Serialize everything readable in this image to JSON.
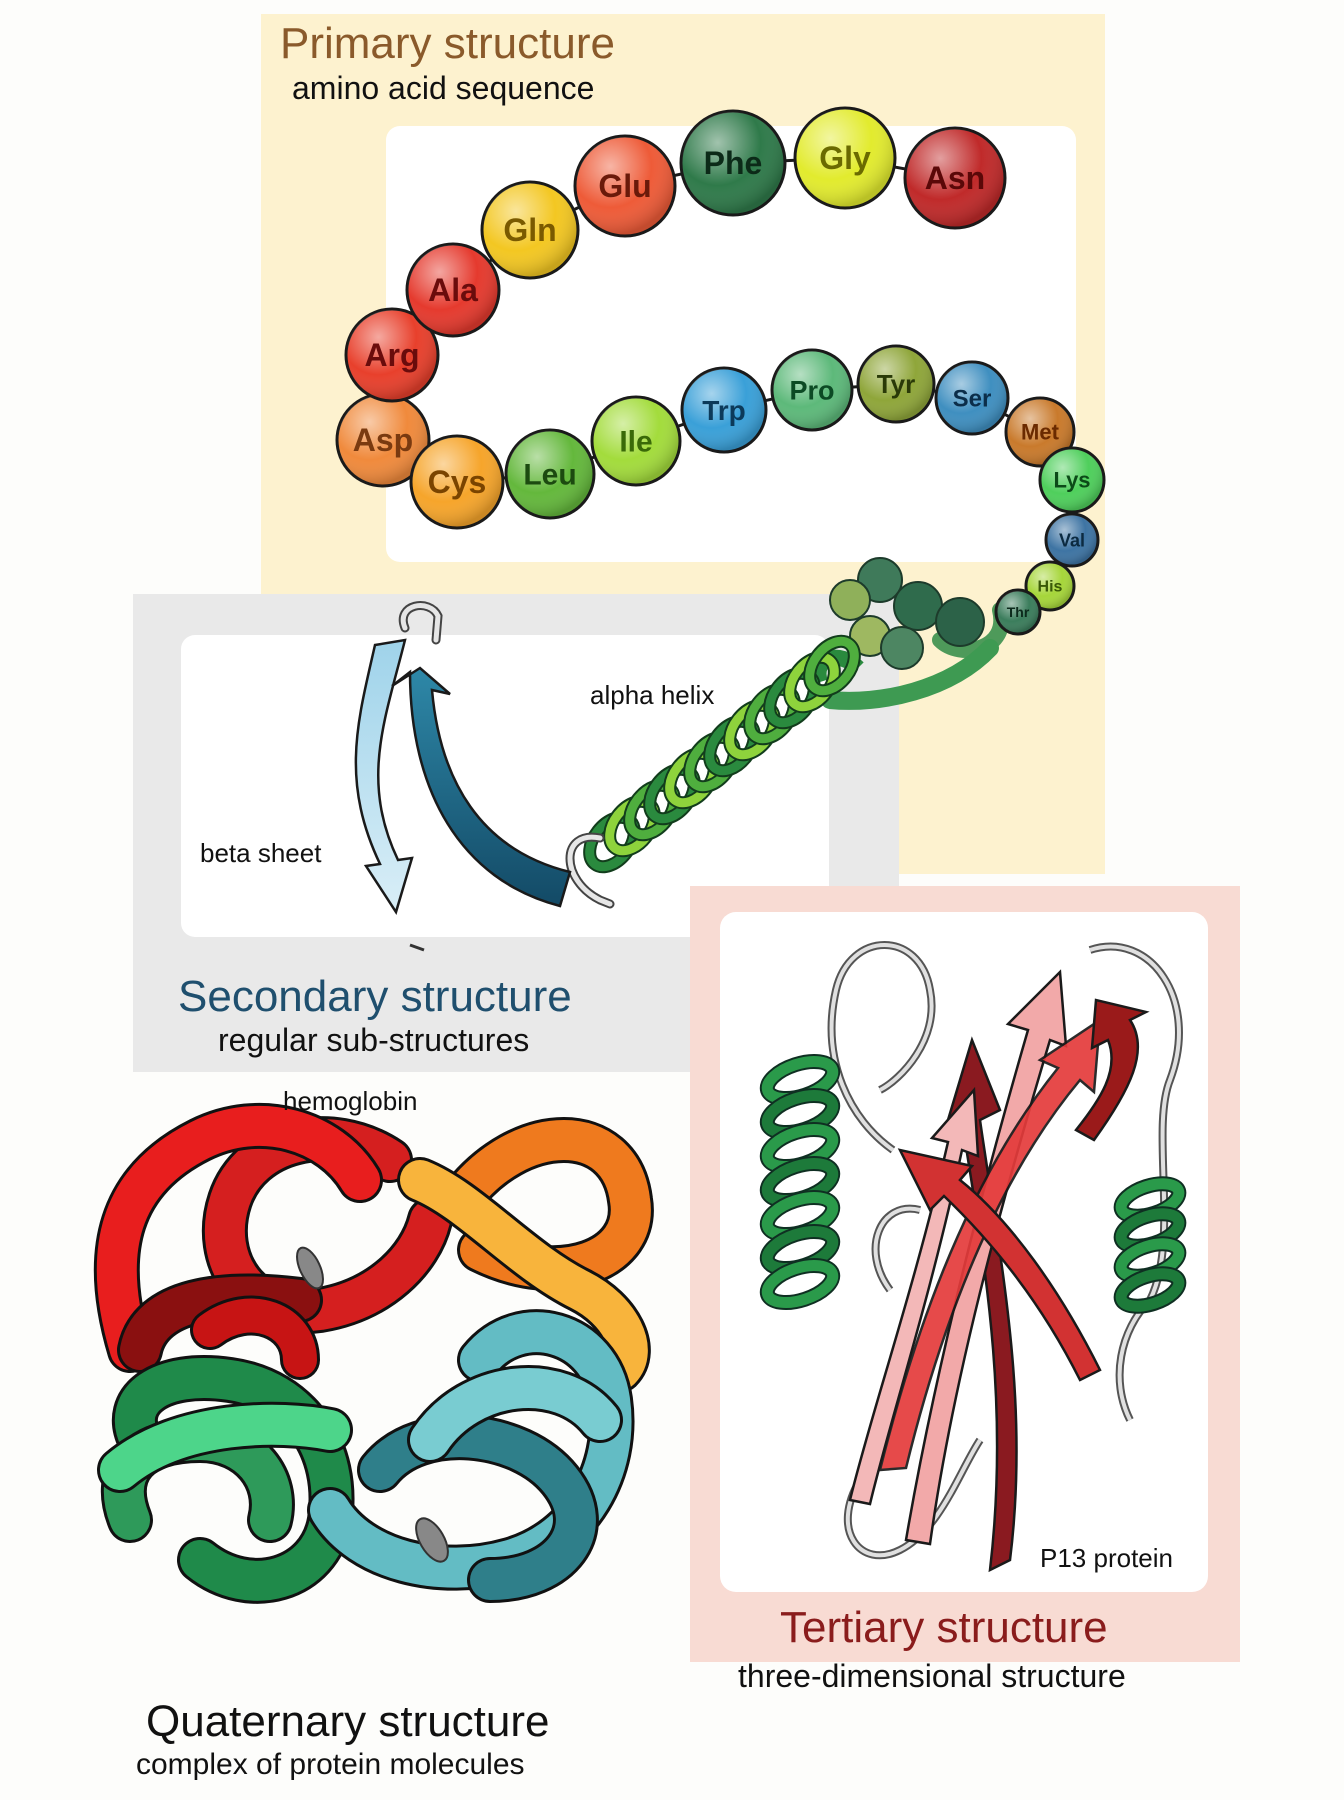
{
  "primary": {
    "title": "Primary structure",
    "subtitle": "amino acid sequence",
    "title_color": "#8a5a2b",
    "residues": [
      {
        "name": "Asp",
        "color": "#f08a3c"
      },
      {
        "name": "Arg",
        "color": "#e8402c"
      },
      {
        "name": "Ala",
        "color": "#e53a2e"
      },
      {
        "name": "Gln",
        "color": "#f3c722"
      },
      {
        "name": "Glu",
        "color": "#ee5b38"
      },
      {
        "name": "Phe",
        "color": "#2f7a4a"
      },
      {
        "name": "Gly",
        "color": "#e2eb2e"
      },
      {
        "name": "Asn",
        "color": "#c02a2a"
      },
      {
        "name": "Cys",
        "color": "#f6a52b"
      },
      {
        "name": "Leu",
        "color": "#64b83c"
      },
      {
        "name": "Ile",
        "color": "#a3dc3c"
      },
      {
        "name": "Trp",
        "color": "#3aa0d8"
      },
      {
        "name": "Pro",
        "color": "#5db97a"
      },
      {
        "name": "Tyr",
        "color": "#8fa63a"
      },
      {
        "name": "Ser",
        "color": "#3f8fc0"
      },
      {
        "name": "Met",
        "color": "#c97a2c"
      },
      {
        "name": "Lys",
        "color": "#4fcf5c"
      },
      {
        "name": "Val",
        "color": "#3e74a3"
      },
      {
        "name": "His",
        "color": "#a6d63a"
      },
      {
        "name": "Thr",
        "color": "#3b7d5c"
      }
    ]
  },
  "secondary": {
    "title": "Secondary structure",
    "subtitle": "regular sub-structures",
    "title_color": "#1f4f6e",
    "alpha_label": "alpha helix",
    "beta_label": "beta sheet"
  },
  "tertiary": {
    "title": "Tertiary structure",
    "subtitle": "three-dimensional structure",
    "title_color": "#8a1c1c",
    "protein_label": "P13 protein"
  },
  "quaternary": {
    "title": "Quaternary structure",
    "subtitle": "complex of protein molecules",
    "title_color": "#111111",
    "protein_label": "hemoglobin"
  }
}
